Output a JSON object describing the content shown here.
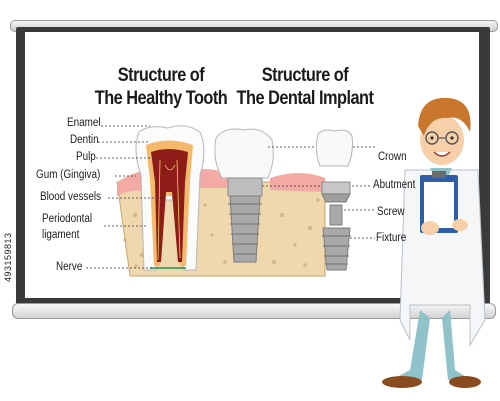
{
  "titles": {
    "tooth_line1": "Structure of",
    "tooth_line2": "The Healthy Tooth",
    "implant_line1": "Structure of",
    "implant_line2": "The Dental Implant"
  },
  "tooth_labels": {
    "enamel": "Enamel",
    "dentin": "Dentin",
    "pulp": "Pulp",
    "gum": "Gum (Gingiva)",
    "blood_vessels": "Blood vessels",
    "periodontal_1": "Periodontal",
    "periodontal_2": "ligament",
    "nerve": "Nerve"
  },
  "implant_labels": {
    "crown": "Crown",
    "abutment": "Abutment",
    "screw": "Screw",
    "fixture": "Fixture"
  },
  "stock_id": "493159813",
  "colors": {
    "frame": "#3a3a3a",
    "bone": "#ecd2a6",
    "gum": "#f3a9a4",
    "pulp": "#8d1c18",
    "coat": "#f4f6f8",
    "clipboard": "#2f5ea8"
  }
}
